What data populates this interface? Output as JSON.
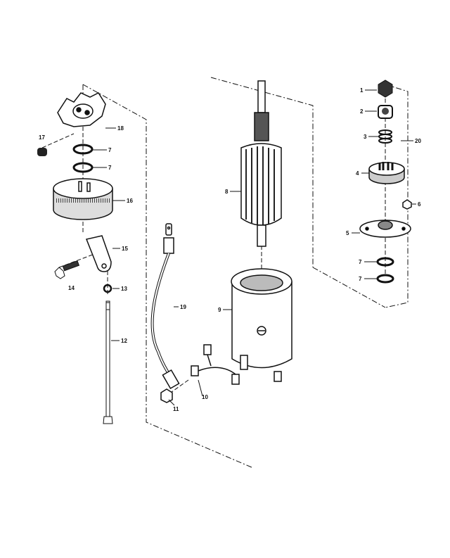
{
  "diagram": {
    "labels": {
      "p1": "1",
      "p2": "2",
      "p3": "3",
      "p20": "20",
      "p4": "4",
      "p6": "6",
      "p5": "5",
      "p7a": "7",
      "p7b": "7",
      "p8": "8",
      "p9": "9",
      "p10": "10",
      "p11": "11",
      "p12": "12",
      "p13": "13",
      "p14": "14",
      "p15": "15",
      "p16": "16",
      "p17": "17",
      "p18": "18",
      "p7c": "7",
      "p7d": "7",
      "p19": "19"
    }
  }
}
